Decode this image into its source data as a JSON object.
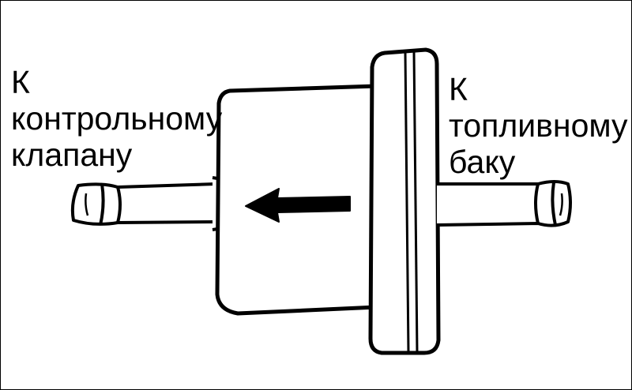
{
  "labels": {
    "left": {
      "line1": "К",
      "line2": "контрольному",
      "line3": "клапану"
    },
    "right": {
      "line1": "К",
      "line2": "топливному",
      "line3": "баку"
    }
  },
  "flow_direction": "left",
  "colors": {
    "stroke": "#000000",
    "background": "#ffffff"
  }
}
